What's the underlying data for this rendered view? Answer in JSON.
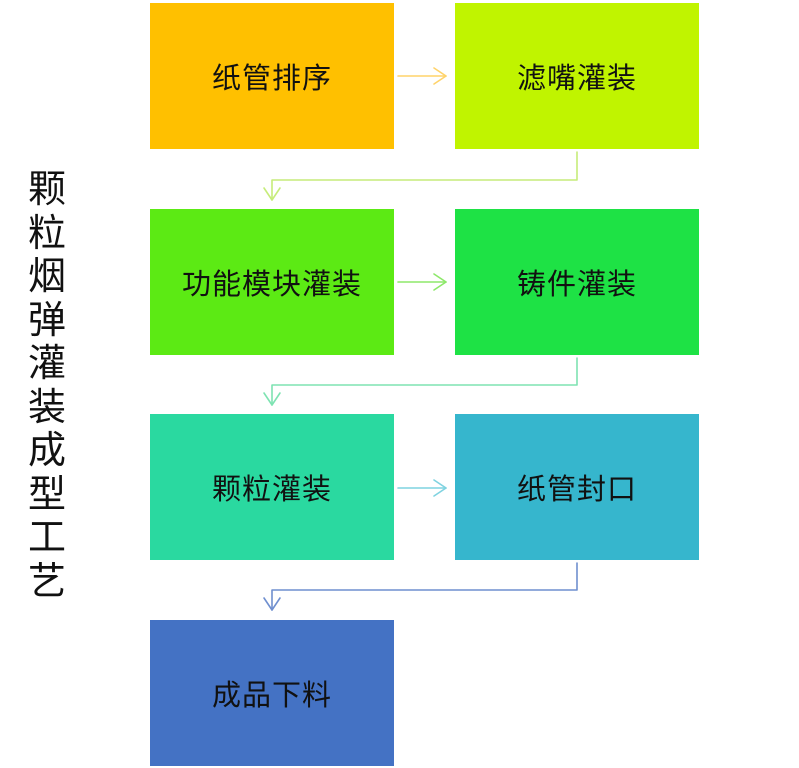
{
  "side_title": "颗粒烟弹灌装成型工艺",
  "steps": [
    {
      "label": "纸管排序",
      "color": "#ffc000"
    },
    {
      "label": "滤嘴灌装",
      "color": "#c0f400"
    },
    {
      "label": "功能模块灌装",
      "color": "#5cea14"
    },
    {
      "label": "铸件灌装",
      "color": "#1ee245"
    },
    {
      "label": "颗粒灌装",
      "color": "#2ad9a0"
    },
    {
      "label": "纸管封口",
      "color": "#36b6cd"
    },
    {
      "label": "成品下料",
      "color": "#4472c4"
    }
  ],
  "connectors": [
    {
      "from": 0,
      "to": 1,
      "color": "#ffd36a"
    },
    {
      "from": 1,
      "to": 2,
      "color": "#c6ec7a"
    },
    {
      "from": 2,
      "to": 3,
      "color": "#8de86a"
    },
    {
      "from": 3,
      "to": 4,
      "color": "#7ee3b2"
    },
    {
      "from": 4,
      "to": 5,
      "color": "#7fd3e0"
    },
    {
      "from": 5,
      "to": 6,
      "color": "#6f8fcf"
    }
  ]
}
